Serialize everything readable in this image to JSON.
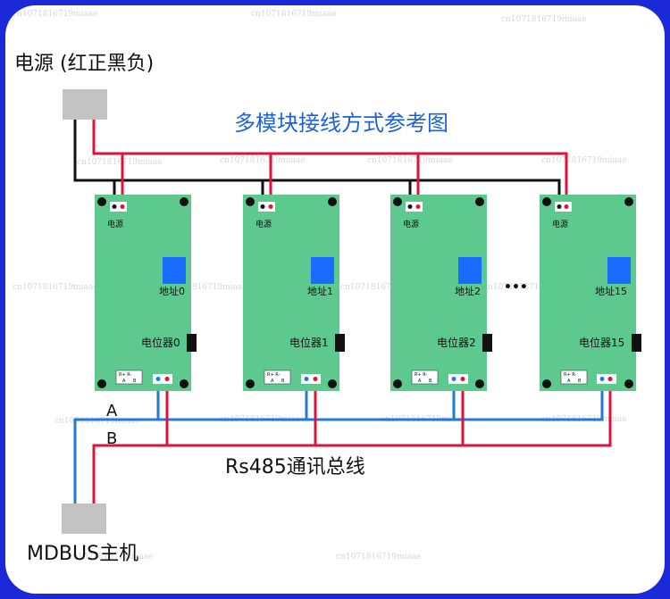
{
  "power_label": "电源 (红正黑负)",
  "title": "多模块接线方式参考图",
  "modules": [
    {
      "power": "电源",
      "address": "地址0",
      "pot": "电位器0",
      "term": "R+ R-",
      "term_a": "A",
      "term_b": "B"
    },
    {
      "power": "电源",
      "address": "地址1",
      "pot": "电位器1",
      "term": "R+ R-",
      "term_a": "A",
      "term_b": "B"
    },
    {
      "power": "电源",
      "address": "地址2",
      "pot": "电位器2",
      "term": "R+ R-",
      "term_a": "A",
      "term_b": "B"
    },
    {
      "power": "电源",
      "address": "地址15",
      "pot": "电位器15",
      "term": "R+ R-",
      "term_a": "A",
      "term_b": "B"
    }
  ],
  "ellipsis": "•••",
  "bus_a_label": "A",
  "bus_b_label": "B",
  "bus_label": "Rs485通讯总线",
  "host_label": "MDBUS主机",
  "watermark": "cn1071816719miaae",
  "colors": {
    "background": "#1a28d8",
    "board": "#5dc98f",
    "wire_red": "#e0123a",
    "wire_black": "#111111",
    "wire_blue": "#1f7ad8",
    "title": "#1e63d6",
    "address_chip": "#1a6bff"
  }
}
